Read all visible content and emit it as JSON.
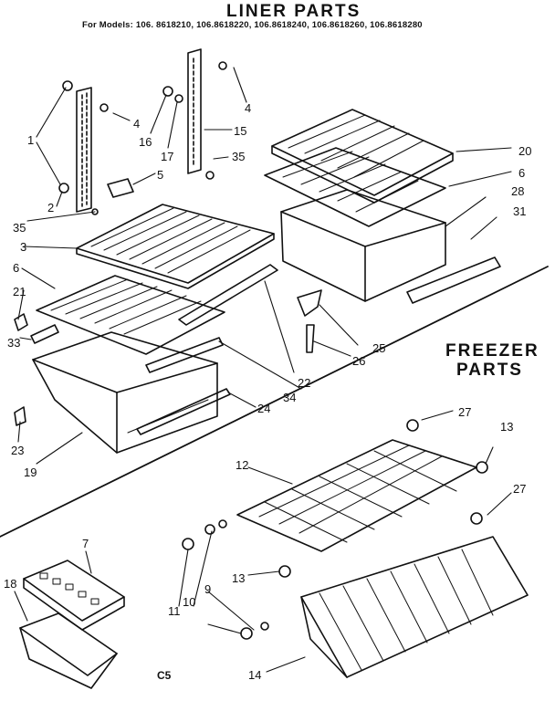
{
  "header": {
    "title": "LINER PARTS",
    "models": "For Models: 106. 8618210, 106.8618220, 106.8618240, 106.8618260, 106.8618280"
  },
  "freezer": {
    "line1": "FREEZER",
    "line2": "PARTS"
  },
  "footer": {
    "code": "C5"
  },
  "callouts": [
    "1",
    "2",
    "3",
    "4",
    "4",
    "5",
    "6",
    "6",
    "7",
    "9",
    "10",
    "11",
    "12",
    "13",
    "13",
    "14",
    "15",
    "16",
    "17",
    "18",
    "19",
    "20",
    "21",
    "22",
    "23",
    "24",
    "25",
    "26",
    "27",
    "27",
    "28",
    "31",
    "33",
    "34",
    "35",
    "35"
  ]
}
